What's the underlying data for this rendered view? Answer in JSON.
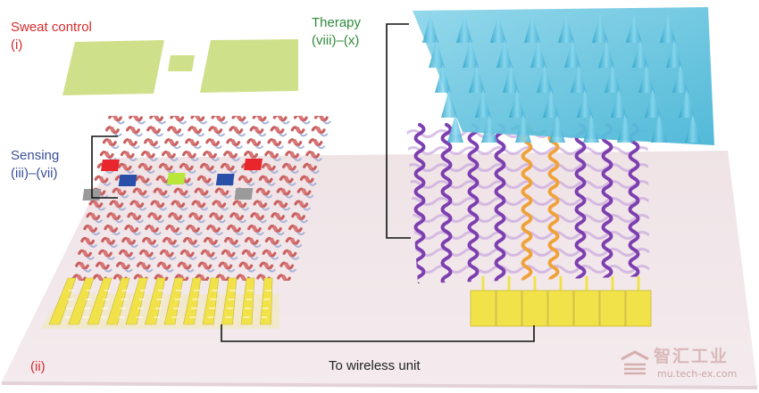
{
  "colors": {
    "sweat": "#d92b2b",
    "sensing": "#3a4f9a",
    "therapy": "#2e8b3a",
    "wireless": "#222222",
    "substrate": "#f1e6e8",
    "heater_purple": "#7d3fb0",
    "heater_orange": "#f0a23a",
    "gold_pad": "#f2e24a",
    "drug_layer": "#6cc7e0",
    "serpentine_red": "#c96060"
  },
  "labels": {
    "sweat_title": "Sweat control",
    "sweat_sub": "(i)",
    "sensing_title": "Sensing",
    "sensing_sub": "(iii)–(vii)",
    "therapy_title": "Therapy",
    "therapy_sub": "(viii)–(x)",
    "substrate_label": "(ii)",
    "wireless_label": "To wireless unit"
  },
  "sensor_pads": [
    {
      "name": "red-sensor-pad-1",
      "color": "#e8262b"
    },
    {
      "name": "red-sensor-pad-2",
      "color": "#e8262b"
    },
    {
      "name": "blue-sensor-pad-1",
      "color": "#2a4fa8"
    },
    {
      "name": "green-sensor-pad",
      "color": "#b8e63a"
    },
    {
      "name": "blue-sensor-pad-2",
      "color": "#2a4fa8"
    },
    {
      "name": "gray-sensor-pad-1",
      "color": "#9a9a9a"
    },
    {
      "name": "gray-sensor-pad-2",
      "color": "#9a9a9a"
    }
  ],
  "watermark": {
    "text": "智汇工业",
    "url": "mu.tech-ex.com"
  }
}
